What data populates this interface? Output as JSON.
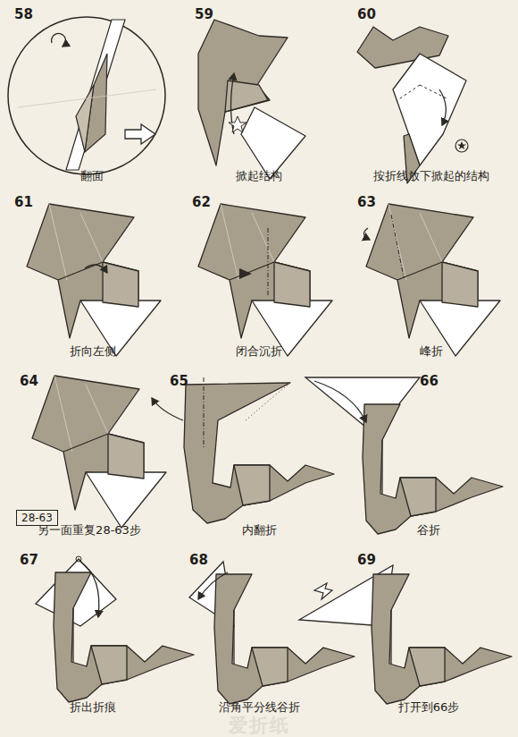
{
  "diagram": {
    "nodes": [
      {
        "text": [
          "28-63"
        ]
      }
    ],
    "labels": [
      "58",
      "翻面",
      "59",
      "掀起结构",
      "60",
      "按折线放下掀起的结构",
      "61",
      "折向左侧",
      "62",
      "闭合沉折",
      "63",
      "峰折",
      "64",
      "另一面重复28-63步",
      "65",
      "内翻折",
      "66",
      "谷折",
      "67",
      "折出折痕",
      "68",
      "沿角平分线谷折",
      "69",
      "打开到66步",
      "爱折纸"
    ]
  }
}
